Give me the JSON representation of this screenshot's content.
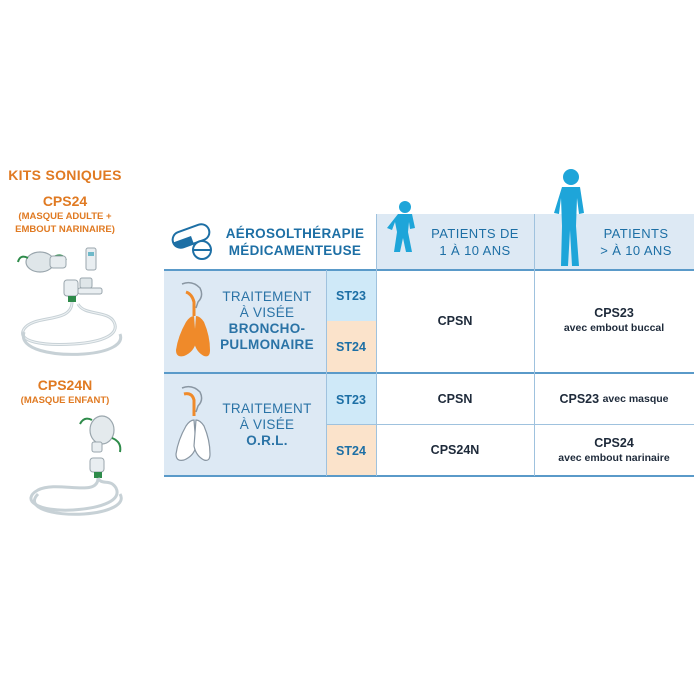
{
  "kits": {
    "title": "KITS SONIQUES",
    "kit1": {
      "name": "CPS24",
      "desc_line1": "(MASQUE ADULTE +",
      "desc_line2": "EMBOUT NARINAIRE)"
    },
    "kit2": {
      "name": "CPS24N",
      "desc": "(MASQUE ENFANT)"
    }
  },
  "table": {
    "header": {
      "title_line1": "AÉROSOLTHÉRAPIE",
      "title_line2": "MÉDICAMENTEUSE",
      "col_kids_line1": "PATIENTS DE",
      "col_kids_line2": "1 À 10 ANS",
      "col_adults_line1": "PATIENTS",
      "col_adults_line2": "> À 10 ANS"
    },
    "broncho": {
      "line1": "TRAITEMENT",
      "line2": "À VISÉE",
      "line3": "BRONCHO-",
      "line4": "PULMONAIRE",
      "st_a": "ST23",
      "st_b": "ST24",
      "kids_value": "CPSN",
      "adults_value": "CPS23",
      "adults_note": "avec embout buccal"
    },
    "orl": {
      "line1": "TRAITEMENT",
      "line2": "À VISÉE",
      "line3": "O.R.L.",
      "st_a": "ST23",
      "st_b": "ST24",
      "row1_kids": "CPSN",
      "row1_adults": "CPS23",
      "row1_adults_note": "avec masque",
      "row2_kids": "CPS24N",
      "row2_adults": "CPS24",
      "row2_adults_note": "avec embout narinaire"
    }
  },
  "colors": {
    "accent_orange": "#e07a22",
    "accent_blue": "#1d6fa5",
    "header_bg": "#dde9f4",
    "st23_bg": "#cfe9f8",
    "st24_bg": "#fbe3cb",
    "lung_orange": "#ef8a2a"
  },
  "icons": [
    "pills-icon",
    "child-silhouette-icon",
    "adult-silhouette-icon",
    "lungs-icon",
    "ent-lungs-icon",
    "nebulizer-mask-kit-icon"
  ]
}
